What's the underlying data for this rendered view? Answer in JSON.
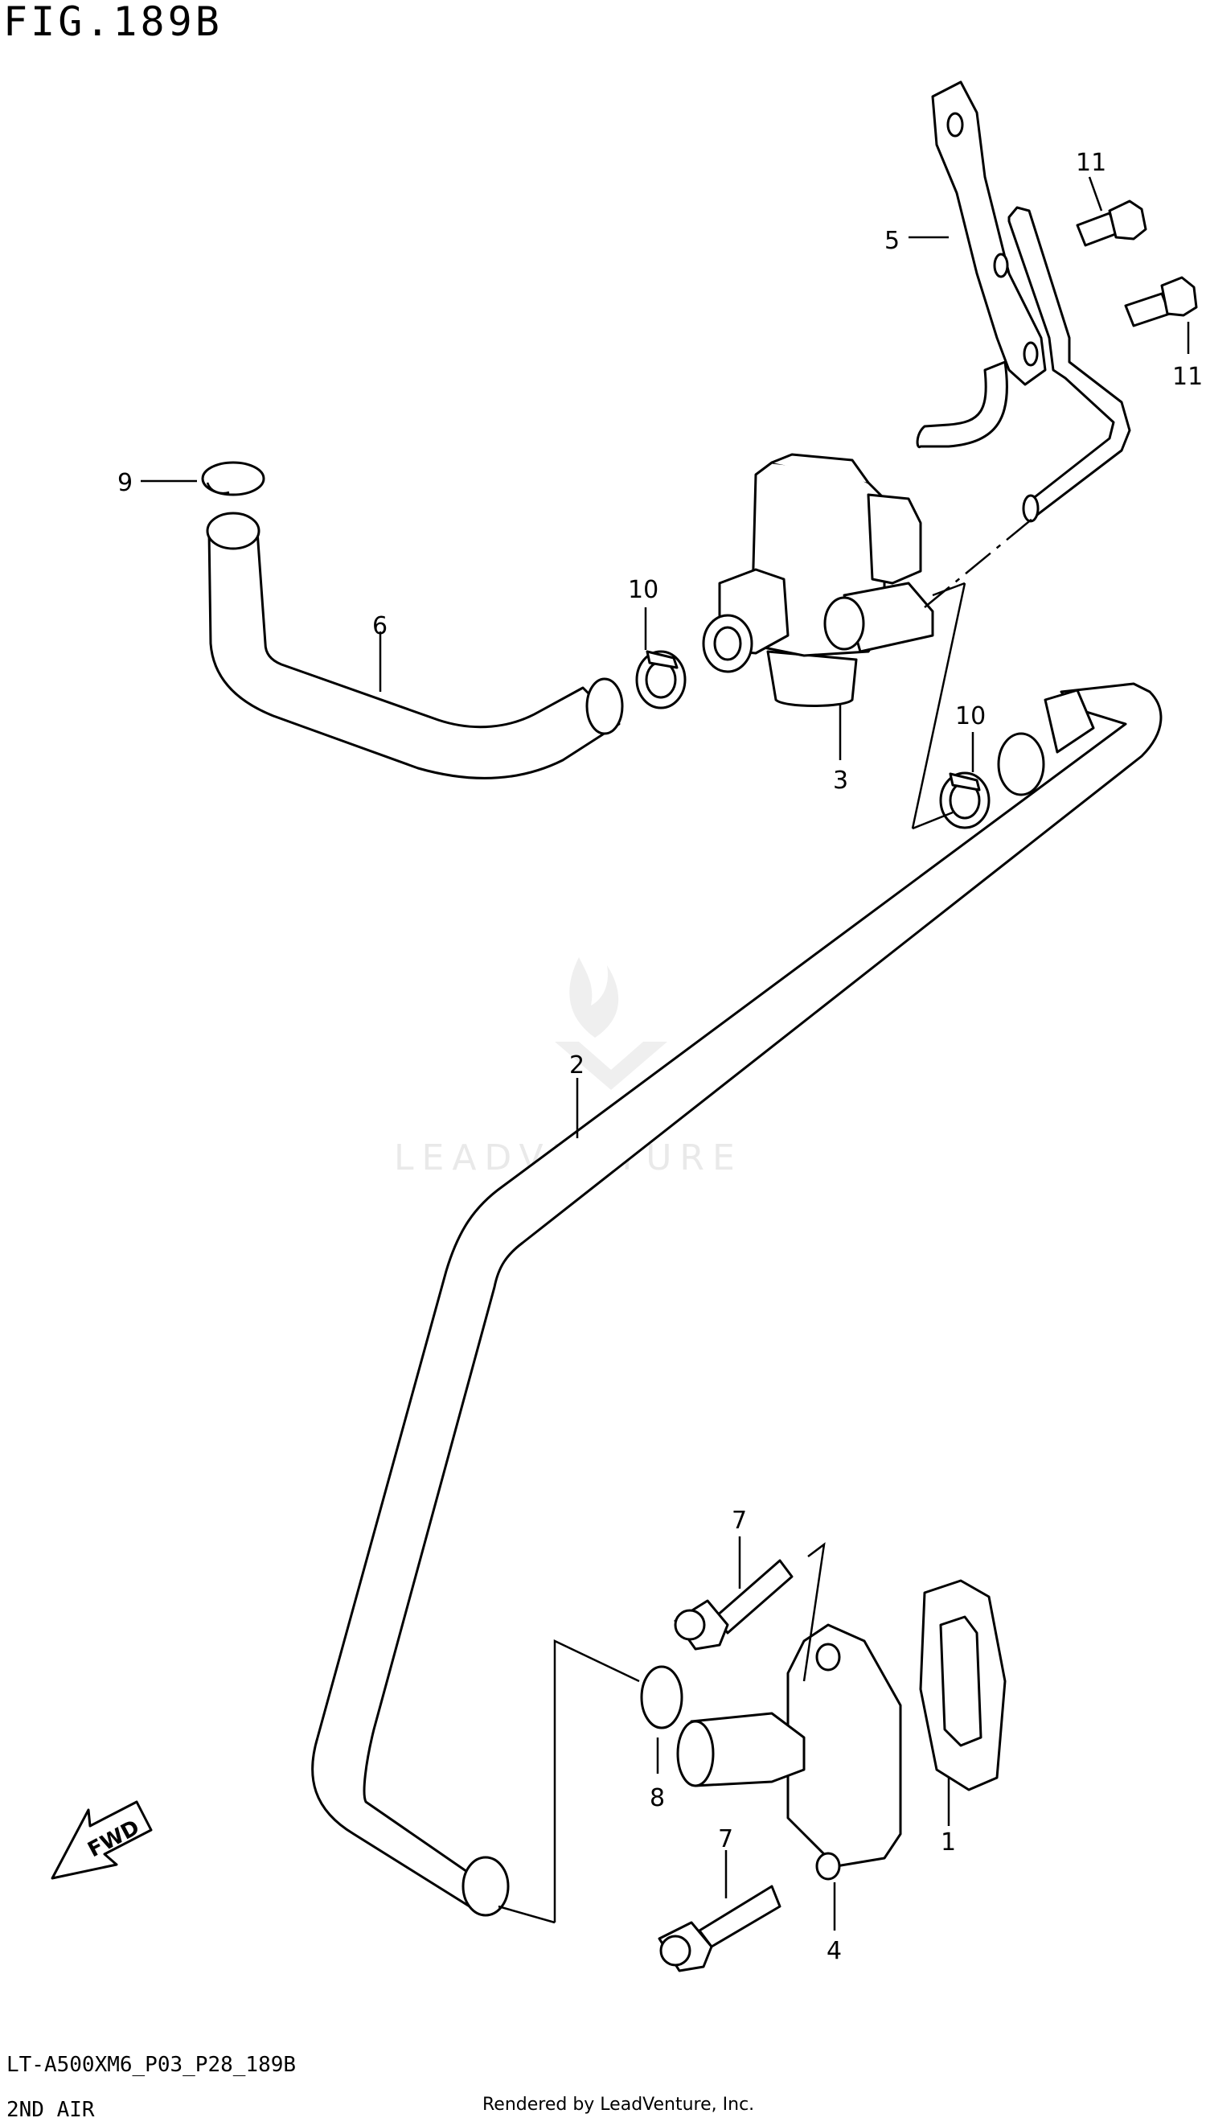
{
  "figure": {
    "title": "FIG.189B"
  },
  "footer": {
    "code": "LT-A500XM6_P03_P28_189B",
    "name": "2ND AIR",
    "credit": "Rendered by LeadVenture, Inc."
  },
  "watermark": {
    "text": "LEADVENTURE"
  },
  "fwd_label": "FWD",
  "callouts": {
    "c1": "1",
    "c2": "2",
    "c3": "3",
    "c4": "4",
    "c5": "5",
    "c6": "6",
    "c7a": "7",
    "c7b": "7",
    "c8": "8",
    "c9": "9",
    "c10a": "10",
    "c10b": "10",
    "c11a": "11",
    "c11b": "11"
  }
}
